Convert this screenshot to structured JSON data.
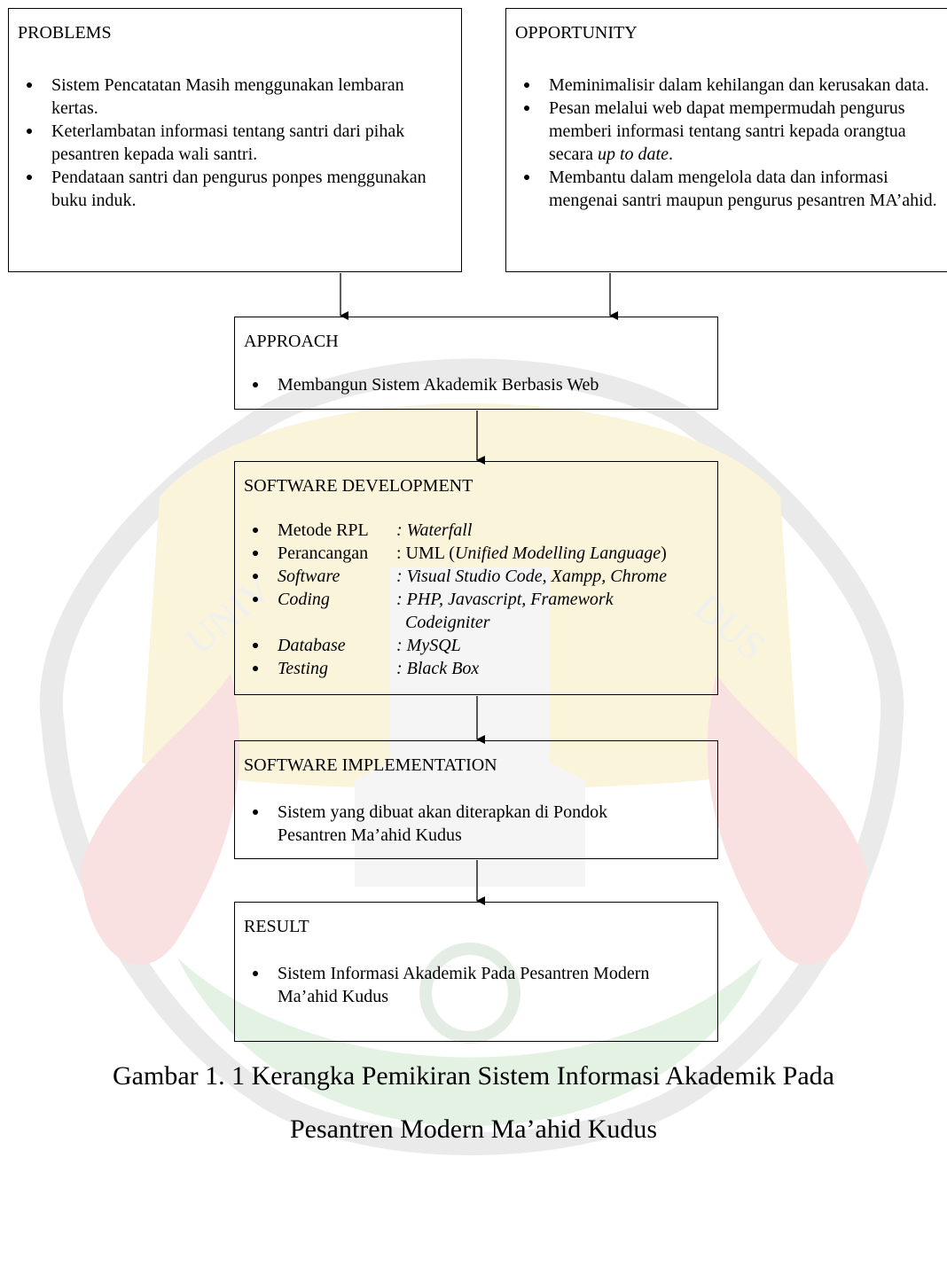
{
  "problems": {
    "title": "PROBLEMS",
    "items": [
      "Sistem Pencatatan Masih menggunakan lembaran kertas.",
      "Keterlambatan informasi tentang santri dari pihak pesantren kepada wali santri.",
      "Pendataan santri dan pengurus ponpes menggunakan buku induk."
    ]
  },
  "opportunity": {
    "title": "OPPORTUNITY",
    "item1": "Meminimalisir dalam kehilangan dan kerusakan data.",
    "item2_text": "Pesan melalui web dapat mempermudah pengurus memberi informasi tentang santri kepada orangtua secara",
    "item2_italic": "up to date",
    "item2_end": ".",
    "item3": "Membantu dalam mengelola data dan informasi mengenai santri maupun pengurus pesantren MA’ahid."
  },
  "approach": {
    "title": "APPROACH",
    "items": [
      "Membangun Sistem Akademik Berbasis Web"
    ]
  },
  "software_development": {
    "title": "SOFTWARE DEVELOPMENT",
    "rows": [
      {
        "label": "Metode RPL",
        "value": ": Waterfall"
      },
      {
        "label": "Perancangan",
        "value_prefix": ": UML (",
        "value_italic": "Unified Modelling Language",
        "value_suffix": ")"
      },
      {
        "label": "Software",
        "value": ": Visual Studio Code, Xampp, Chrome"
      },
      {
        "label": "Coding",
        "value": ": PHP, Javascript, Framework",
        "value_cont": "Codeigniter"
      },
      {
        "label": "Database",
        "value": ": MySQL"
      },
      {
        "label": "Testing",
        "value": ": Black Box"
      }
    ]
  },
  "software_implementation": {
    "title": "SOFTWARE IMPLEMENTATION",
    "items": [
      "Sistem yang dibuat akan diterapkan di Pondok Pesantren Ma’ahid Kudus"
    ]
  },
  "result": {
    "title": "RESULT",
    "items": [
      "Sistem Informasi Akademik Pada Pesantren Modern Ma’ahid Kudus"
    ]
  },
  "caption": {
    "line1": "Gambar 1. 1 Kerangka Pemikiran Sistem Informasi Akademik Pada",
    "line2": "Pesantren Modern Ma’ahid Kudus"
  },
  "watermark": {
    "text": "UNIVERSITAS MURIA KUDUS",
    "colors": {
      "gold": "#f6e6a8",
      "red": "#f3bcbc",
      "green": "#bfe3c0",
      "blue": "#d3d6e8",
      "outline": "#dcdcdc"
    }
  }
}
